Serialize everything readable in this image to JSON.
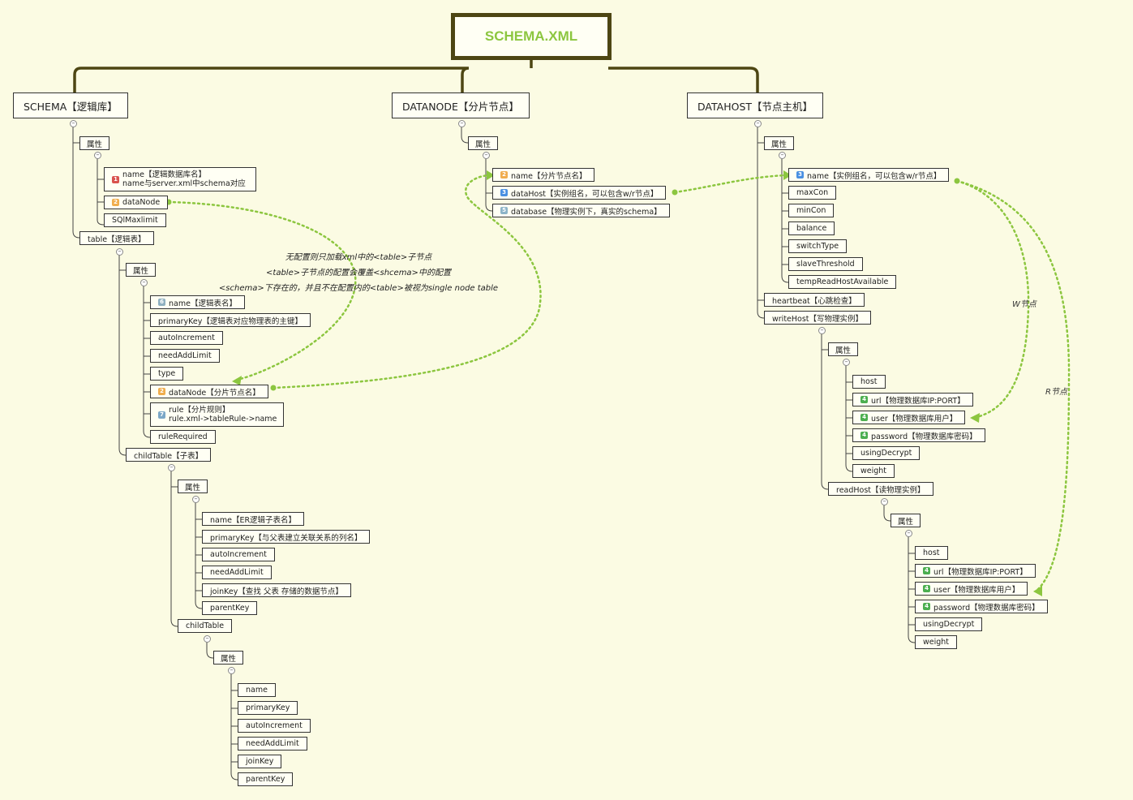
{
  "root": {
    "title": "SCHEMA.XML"
  },
  "schema": {
    "title": "SCHEMA【逻辑库】",
    "attr_label": "属性",
    "attrs": [
      {
        "badge": "1",
        "line1": "name【逻辑数据库名】",
        "line2": "name与server.xml中schema对应"
      },
      {
        "badge": "2",
        "label": "dataNode"
      },
      {
        "label": "SQlMaxlimit"
      }
    ],
    "table": {
      "title": "table【逻辑表】",
      "attr_label": "属性",
      "attrs": [
        {
          "badge": "6",
          "label": "name【逻辑表名】"
        },
        {
          "label": "primaryKey【逻辑表对应物理表的主键】"
        },
        {
          "label": "autoIncrement"
        },
        {
          "label": "needAddLimit"
        },
        {
          "label": "type"
        },
        {
          "badge": "2",
          "label": "dataNode【分片节点名】"
        },
        {
          "badge": "7",
          "line1": "rule【分片规则】",
          "line2": "rule.xml->tableRule->name"
        },
        {
          "label": "ruleRequired"
        }
      ],
      "childTable": {
        "title": "childTable【子表】",
        "attr_label": "属性",
        "attrs": [
          "name【ER逻辑子表名】",
          "primaryKey【与父表建立关联关系的列名】",
          "autoIncrement",
          "needAddLimit",
          "joinKey【查找 父表 存储的数据节点】",
          "parentKey"
        ],
        "nested": {
          "title": "childTable",
          "attr_label": "属性",
          "attrs": [
            "name",
            "primaryKey",
            "autoIncrement",
            "needAddLimit",
            "joinKey",
            "parentKey"
          ]
        }
      }
    }
  },
  "datanode": {
    "title": "DATANODE【分片节点】",
    "attr_label": "属性",
    "attrs": [
      {
        "badge": "2",
        "label": "name【分片节点名】"
      },
      {
        "badge": "3",
        "label": "dataHost【实例组名，可以包含w/r节点】"
      },
      {
        "badge": "5",
        "label": "database【物理实例下，真实的schema】"
      }
    ]
  },
  "datahost": {
    "title": "DATAHOST【节点主机】",
    "attr_label": "属性",
    "attrs": [
      {
        "badge": "3",
        "label": "name【实例组名，可以包含w/r节点】"
      },
      {
        "label": "maxCon"
      },
      {
        "label": "minCon"
      },
      {
        "label": "balance"
      },
      {
        "label": "switchType"
      },
      {
        "label": "slaveThreshold"
      },
      {
        "label": "tempReadHostAvailable"
      }
    ],
    "heartbeat": "heartbeat【心跳检查】",
    "writeHost": {
      "title": "writeHost【写物理实例】",
      "attr_label": "属性",
      "attrs": [
        {
          "label": "host"
        },
        {
          "badge": "4",
          "label": "url【物理数据库IP:PORT】"
        },
        {
          "badge": "4",
          "label": "user【物理数据库用户】"
        },
        {
          "badge": "4",
          "label": "password【物理数据库密码】"
        },
        {
          "label": "usingDecrypt"
        },
        {
          "label": "weight"
        }
      ]
    },
    "readHost": {
      "title": "readHost【读物理实例】",
      "attr_label": "属性",
      "attrs": [
        {
          "label": "host"
        },
        {
          "badge": "4",
          "label": "url【物理数据库IP:PORT】"
        },
        {
          "badge": "4",
          "label": "user【物理数据库用户】"
        },
        {
          "badge": "4",
          "label": "password【物理数据库密码】"
        },
        {
          "label": "usingDecrypt"
        },
        {
          "label": "weight"
        }
      ]
    }
  },
  "annotations": {
    "note_line1": "无配置则只加载xml中的<table>子节点",
    "note_line2": "<table>子节点的配置会覆盖<shcema>中的配置",
    "note_line3": "<schema>下存在的，并且不在配置内的<table>被视为single node table",
    "w_label": "W节点",
    "r_label": "R节点"
  },
  "colors": {
    "accent": "#8cc63f",
    "root_border": "#4d4613",
    "background": "#fbfbe3"
  }
}
